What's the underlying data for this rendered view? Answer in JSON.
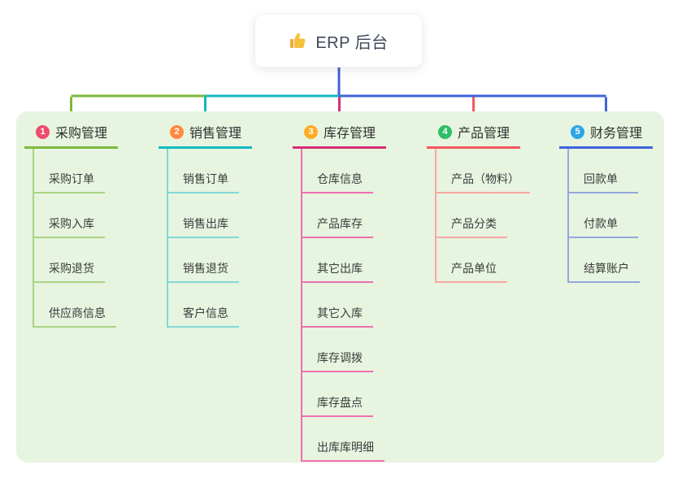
{
  "root": {
    "title": "ERP 后台",
    "icon": "thumbs-up-icon",
    "icon_color": "#f7c03d",
    "connector_color": "#4460d6"
  },
  "panel": {
    "background": "#e7f4e0"
  },
  "branches": [
    {
      "index": "1",
      "title": "采购管理",
      "badge_color": "#ee4d6b",
      "line_color": "#7cb93e",
      "child_line_color": "#a9d584",
      "children": [
        "采购订单",
        "采购入库",
        "采购退货",
        "供应商信息"
      ]
    },
    {
      "index": "2",
      "title": "销售管理",
      "badge_color": "#ff8a3d",
      "line_color": "#10b9c0",
      "child_line_color": "#82d9d5",
      "children": [
        "销售订单",
        "销售出库",
        "销售退货",
        "客户信息"
      ]
    },
    {
      "index": "3",
      "title": "库存管理",
      "badge_color": "#ffad26",
      "line_color": "#d92b78",
      "child_line_color": "#ee6fae",
      "children": [
        "仓库信息",
        "产品库存",
        "其它出库",
        "其它入库",
        "库存调拨",
        "库存盘点",
        "出库库明细"
      ]
    },
    {
      "index": "4",
      "title": "产品管理",
      "badge_color": "#2fbe63",
      "line_color": "#f5565f",
      "child_line_color": "#f8a8a2",
      "children": [
        "产品（物料）",
        "产品分类",
        "产品单位"
      ]
    },
    {
      "index": "5",
      "title": "财务管理",
      "badge_color": "#2ba6e8",
      "line_color": "#3f63d9",
      "child_line_color": "#94a7de",
      "children": [
        "回款单",
        "付款单",
        "结算账户"
      ]
    }
  ]
}
